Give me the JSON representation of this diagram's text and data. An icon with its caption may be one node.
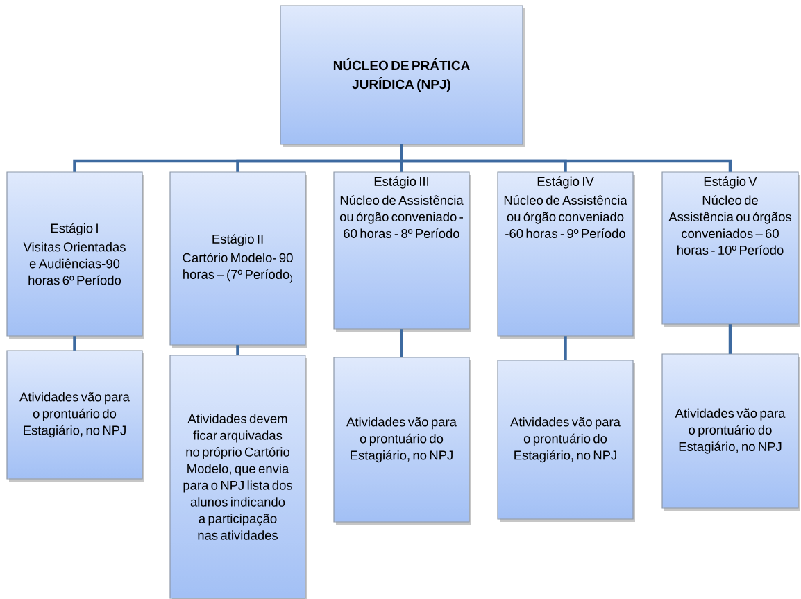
{
  "diagram": {
    "nodes": [
      {
        "text": [
          "NÚCLEO DE PRÁTICA JURÍDICA (NPJ)"
        ]
      },
      {
        "text": [
          "Estágio I",
          "Visitas Orientadas e Audiências-90 horas  6º Período"
        ]
      },
      {
        "text": [
          "Estágio II",
          "Cartório Modelo- 90 horas – (7º Período$_{)}$"
        ]
      },
      {
        "text": [
          "Estágio III",
          "Núcleo de Assistência ou órgão conveniado - 60 horas -  8º Período"
        ]
      },
      {
        "text": [
          "Estágio IV",
          "Núcleo de Assistência  ou órgão conveniado -60 horas -  9º Período"
        ]
      },
      {
        "text": [
          "Estágio V",
          "Núcleo de Assistência  ou órgãos conveniados – 60 horas -  10º Período"
        ]
      },
      {
        "text": [
          "Atividades vão para o prontuário do Estagiário, no NPJ"
        ]
      },
      {
        "text": [
          "Atividades devem ficar arquivadas no próprio Cartório Modelo, que envia para o NPJ lista dos alunos indicando a participação nas atividades"
        ]
      },
      {
        "text": [
          "Atividades vão para o prontuário do Estagiário, no NPJ"
        ]
      },
      {
        "text": [
          "Atividades vão para o prontuário do Estagiário, no NPJ"
        ]
      },
      {
        "text": [
          "Atividades vão para o prontuário do Estagiário, no NPJ"
        ]
      }
    ],
    "edges": [
      {
        "from": 0,
        "to": 1,
        "arrow": "none"
      },
      {
        "from": 0,
        "to": 2,
        "arrow": "none"
      },
      {
        "from": 0,
        "to": 3,
        "arrow": "none"
      },
      {
        "from": 0,
        "to": 4,
        "arrow": "none"
      },
      {
        "from": 0,
        "to": 5,
        "arrow": "none"
      },
      {
        "from": 1,
        "to": 6,
        "arrow": "none"
      },
      {
        "from": 2,
        "to": 7,
        "arrow": "none"
      },
      {
        "from": 3,
        "to": 8,
        "arrow": "none"
      },
      {
        "from": 4,
        "to": 9,
        "arrow": "none"
      },
      {
        "from": 5,
        "to": 10,
        "arrow": "none"
      }
    ]
  }
}
